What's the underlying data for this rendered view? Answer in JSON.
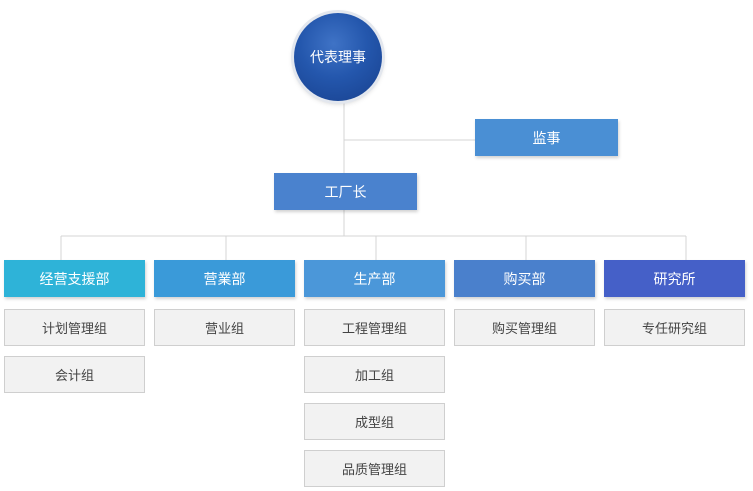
{
  "chart": {
    "representative": "代表理事",
    "auditor": "监事",
    "plant_manager": "工厂长",
    "departments": [
      {
        "name": "经营支援部",
        "color": "#2eb3d8",
        "teams": [
          "计划管理组",
          "会计组"
        ]
      },
      {
        "name": "营業部",
        "color": "#3a9ad9",
        "teams": [
          "营业组"
        ]
      },
      {
        "name": "生产部",
        "color": "#4b97d9",
        "teams": [
          "工程管理组",
          "加工组",
          "成型组",
          "品质管理组"
        ]
      },
      {
        "name": "购买部",
        "color": "#4a80cc",
        "teams": [
          "购买管理组"
        ]
      },
      {
        "name": "研究所",
        "color": "#4560c8",
        "teams": [
          "专任研究组"
        ]
      }
    ]
  }
}
